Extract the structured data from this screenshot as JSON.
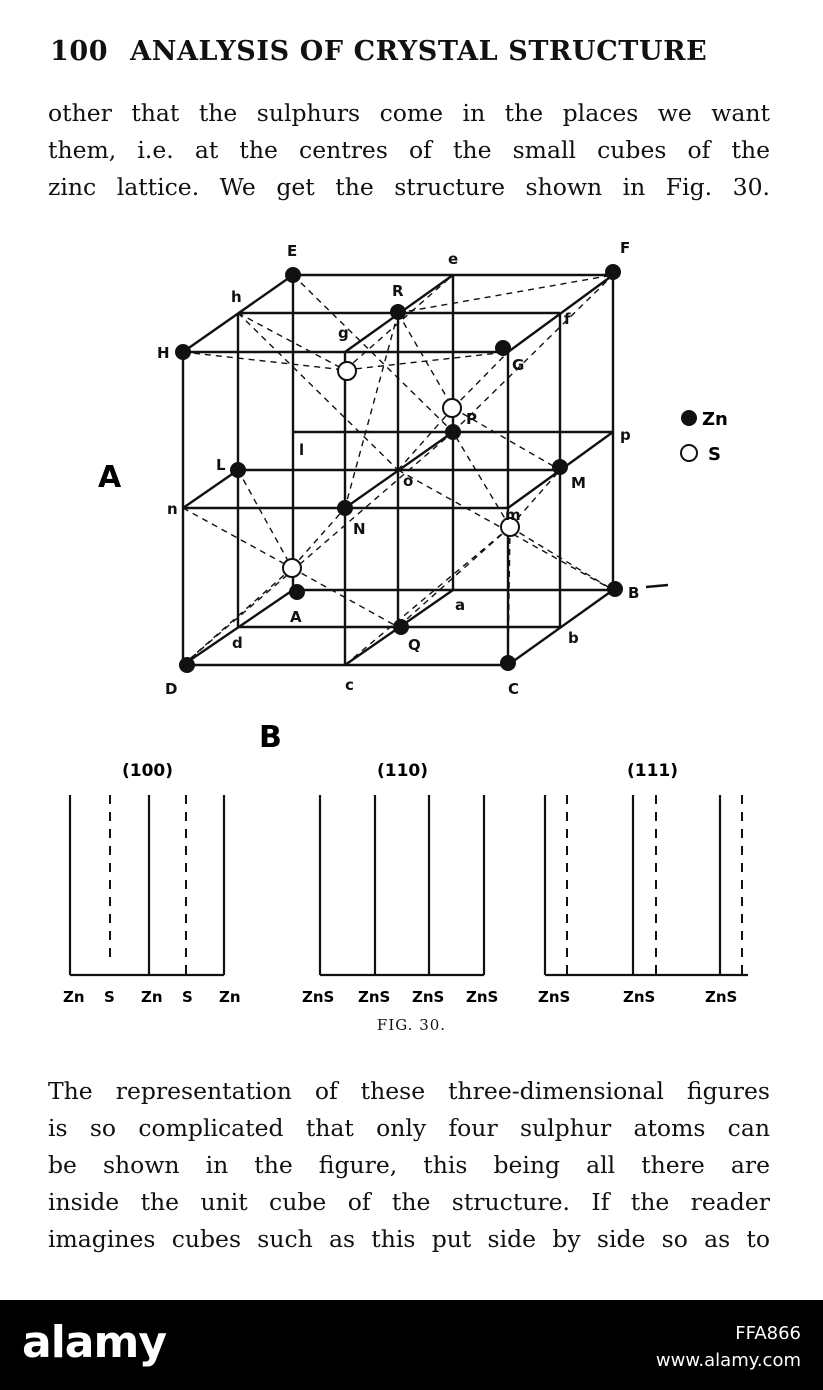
{
  "header": {
    "page_number": "100",
    "title": "ANALYSIS OF CRYSTAL STRUCTURE"
  },
  "para1": [
    "other that the sulphurs come in the places we want",
    "them, i.e. at the centres of the small cubes of the",
    "zinc lattice.  We get the structure shown in Fig. 30."
  ],
  "figure": {
    "panel_a_label": "A",
    "panel_b_label": "B",
    "legend": {
      "zn": "Zn",
      "s": "S"
    },
    "vertex_labels": [
      "E",
      "e",
      "F",
      "h",
      "R",
      "f",
      "g",
      "H",
      "G",
      "P",
      "p",
      "L",
      "l",
      "o",
      "M",
      "n",
      "N",
      "m",
      "A",
      "a",
      "B",
      "d",
      "Q",
      "b",
      "D",
      "c",
      "C"
    ],
    "planes": [
      {
        "title": "(100)",
        "labels": [
          "Zn",
          "S",
          "Zn",
          "S",
          "Zn"
        ]
      },
      {
        "title": "(110)",
        "labels": [
          "ZnS",
          "ZnS",
          "ZnS",
          "ZnS"
        ]
      },
      {
        "title": "(111)",
        "labels": [
          "ZnS",
          "ZnS",
          "ZnS"
        ]
      }
    ],
    "caption": "FIG. 30."
  },
  "para2": [
    "The representation of these three-dimensional figures",
    "is so complicated that only four sulphur atoms can",
    "be shown in the figure, this being all there are",
    "inside the unit cube of the structure.  If the reader",
    "imagines cubes such as this put side by side so as to"
  ],
  "footer": {
    "logo": "alamy",
    "image_id": "FFA866",
    "site": "www.alamy.com"
  }
}
